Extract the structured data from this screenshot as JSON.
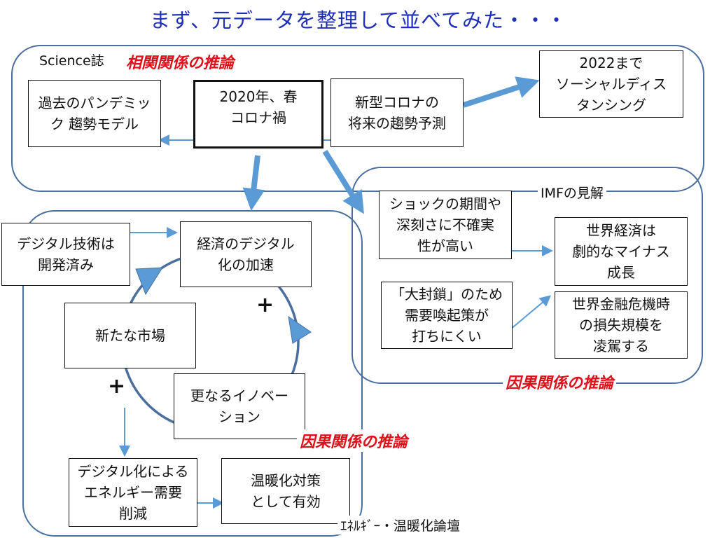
{
  "title": "まず、元データを整理して並べてみた・・・",
  "science": {
    "label": "Science誌",
    "reasoning": "相関関係の推論",
    "box_past_model": "過去のパンデミッ\nク  趨勢モデル",
    "box_2020": "2020年、春\nコロナ禍",
    "box_forecast": "新型コロナの\n将来の趨勢予測",
    "box_2022": "2022まで\nソーシャルディス\nタンシング"
  },
  "imf": {
    "label": "IMFの見解",
    "reasoning": "因果関係の推論",
    "box_shock": "ショックの期間や\n深刻さに不確実\n性が高い",
    "box_minus": "世界経済は\n劇的なマイナス\n成長",
    "box_lockdown": "「大封鎖」のため\n需要喚起策が\n打ちにくい",
    "box_crisis": "世界金融危機時\nの損失規模を\n凌駕する"
  },
  "energy": {
    "label": "ｴﾈﾙｷﾞｰ・温暖化論壇",
    "reasoning": "因果関係の推論",
    "box_digital_tech": "デジタル技術は\n開発済み",
    "box_econ_digital": "経済のデジタル\n化の加速",
    "box_new_market": "新たな市場",
    "box_innovation": "更なるイノベー\nション",
    "box_energy_cut": "デジタル化による\nエネルギー需要\n削減",
    "box_warming": "温暖化対策\nとして有効",
    "plus1": "+",
    "plus2": "+"
  },
  "colors": {
    "title": "#1f2fb8",
    "arrow": "#5b9bd5",
    "group_border": "#4a6f9e",
    "reasoning": "#e0101a"
  }
}
